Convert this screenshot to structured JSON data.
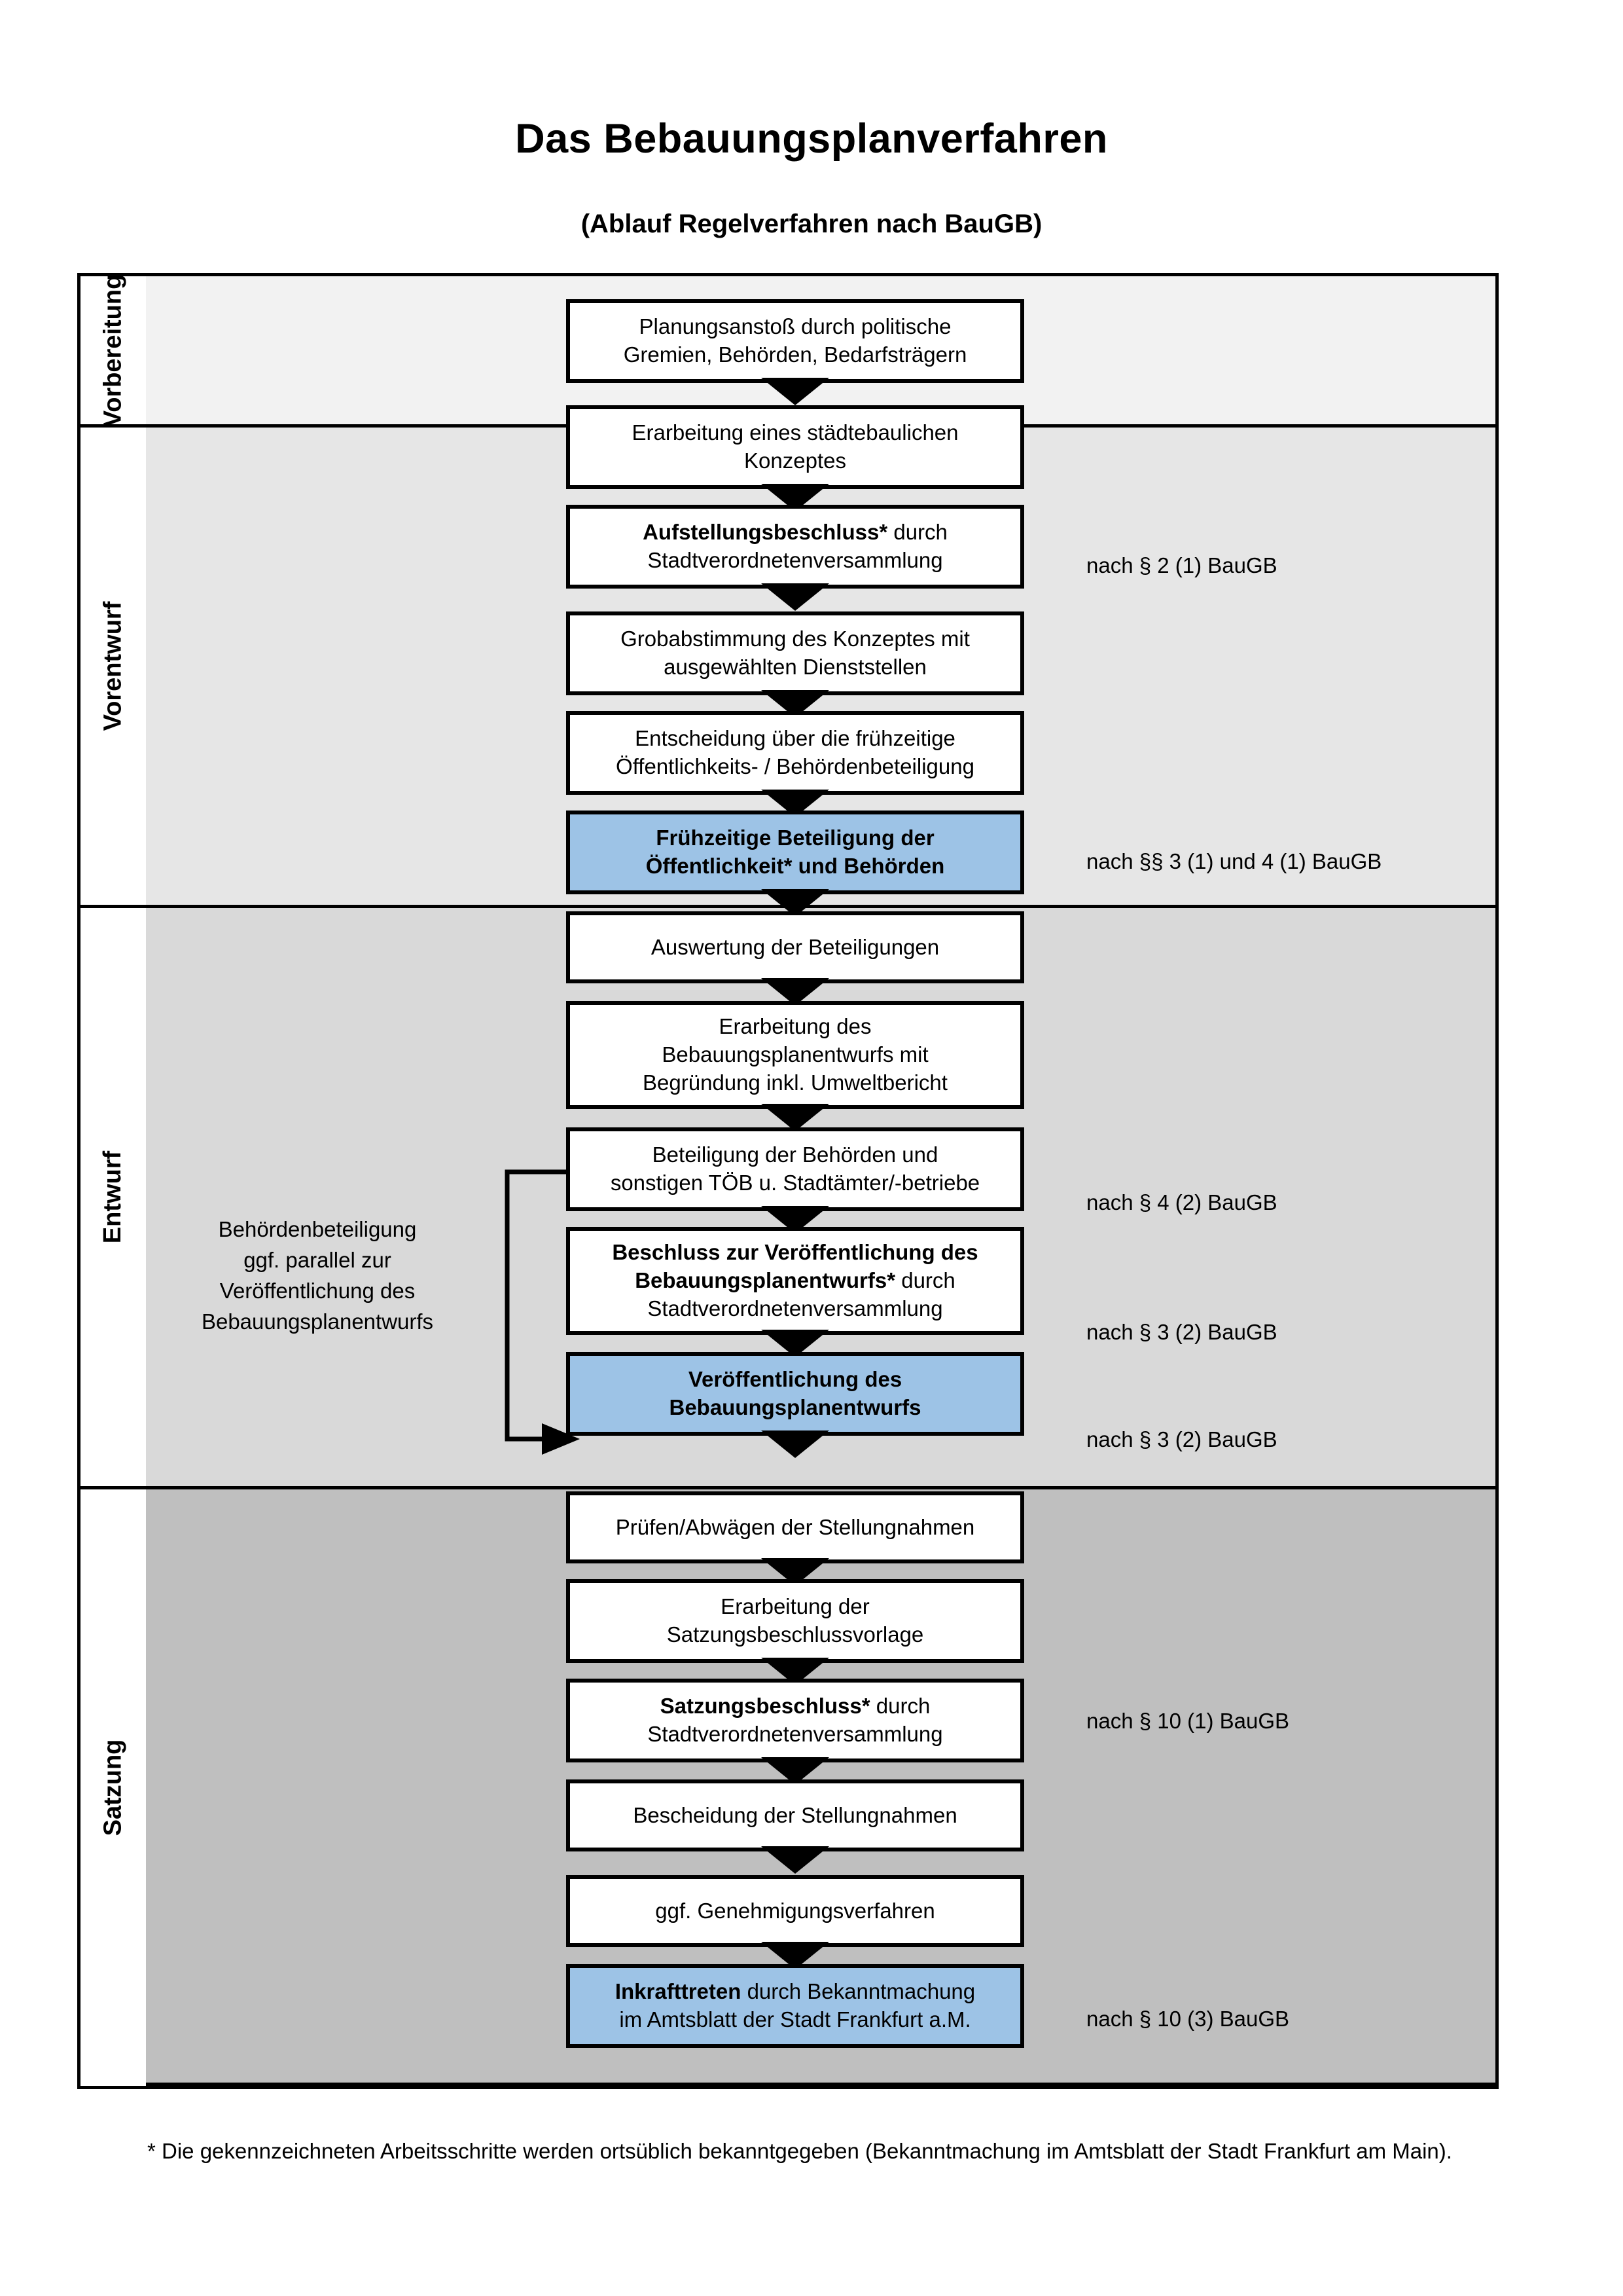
{
  "header": {
    "title": "Das Bebauungsplanverfahren",
    "subtitle": "(Ablauf Regelverfahren nach BauGB)"
  },
  "colors": {
    "highlight_blue": "#9DC3E6",
    "band_1": "#F2F2F2",
    "band_2": "#E6E6E6",
    "band_3": "#D9D9D9",
    "band_4": "#BFBFBF",
    "outline": "#000000"
  },
  "phases": [
    {
      "label": "Vorbereitung"
    },
    {
      "label": "Vorentwurf"
    },
    {
      "label": "Entwurf"
    },
    {
      "label": "Satzung"
    }
  ],
  "steps": [
    {
      "id": "planungsanstoss",
      "line1": "Planungsanstoß durch politische",
      "line2": "Gremien, Behörden, Bedarfsträgern",
      "bold1": "",
      "highlight": false
    },
    {
      "id": "staedtebauliches-konzept",
      "line1": "Erarbeitung eines städtebaulichen",
      "line2": "Konzeptes",
      "bold1": "",
      "highlight": false
    },
    {
      "id": "aufstellungsbeschluss",
      "bold1": "Aufstellungsbeschluss*",
      "line1": " durch",
      "line2": "Stadtverordnetenversammlung",
      "highlight": false
    },
    {
      "id": "grobabstimmung",
      "line1": "Grobabstimmung des Konzeptes mit",
      "line2": "ausgewählten Dienststellen",
      "bold1": "",
      "highlight": false
    },
    {
      "id": "entscheidung-fruehzeitige-beteiligung",
      "line1": "Entscheidung über die frühzeitige",
      "line2": "Öffentlichkeits- / Behördenbeteiligung",
      "bold1": "",
      "highlight": false
    },
    {
      "id": "fruehzeitige-beteiligung",
      "bold1": "Frühzeitige Beteiligung der",
      "bold2": "Öffentlichkeit* und Behörden",
      "highlight": true
    },
    {
      "id": "auswertung-beteiligungen",
      "line1": "Auswertung der Beteiligungen",
      "bold1": "",
      "highlight": false
    },
    {
      "id": "erarbeitung-bplan-entwurf",
      "line1": "Erarbeitung des",
      "line2": "Bebauungsplanentwurfs mit",
      "line3": "Begründung inkl. Umweltbericht",
      "bold1": "",
      "highlight": false
    },
    {
      "id": "beteiligung-behoerden-toeb",
      "line1": "Beteiligung der Behörden und",
      "line2": "sonstigen TÖB u. Stadtämter/-betriebe",
      "bold1": "",
      "highlight": false
    },
    {
      "id": "beschluss-veroeffentlichung",
      "bold1": "Beschluss zur Veröffentlichung des",
      "bold2": "Bebauungsplanentwurfs*",
      "line2": " durch",
      "line3": "Stadtverordnetenversammlung",
      "highlight": false
    },
    {
      "id": "veroeffentlichung-bplan-entwurf",
      "bold1": "Veröffentlichung des",
      "bold2": "Bebauungsplanentwurfs",
      "highlight": true
    },
    {
      "id": "pruefen-abwaegen",
      "line1": "Prüfen/Abwägen der Stellungnahmen",
      "bold1": "",
      "highlight": false
    },
    {
      "id": "satzungsbeschlussvorlage",
      "line1": "Erarbeitung der",
      "line2": "Satzungsbeschlussvorlage",
      "bold1": "",
      "highlight": false
    },
    {
      "id": "satzungsbeschluss",
      "bold1": "Satzungsbeschluss*",
      "line1": " durch",
      "line2": "Stadtverordnetenversammlung",
      "highlight": false
    },
    {
      "id": "bescheidung-stellungnahmen",
      "line1": "Bescheidung der Stellungnahmen",
      "bold1": "",
      "highlight": false
    },
    {
      "id": "genehmigungsverfahren",
      "line1": "ggf. Genehmigungsverfahren",
      "bold1": "",
      "highlight": false
    },
    {
      "id": "inkrafttreten",
      "bold1": "Inkrafttreten",
      "line1": " durch Bekanntmachung",
      "line2": "im Amtsblatt der Stadt Frankfurt a.M.",
      "highlight": true
    }
  ],
  "legal_refs": [
    {
      "id": "ref-par2-1",
      "text": "nach § 2 (1) BauGB"
    },
    {
      "id": "ref-par3-1-4-1",
      "text": "nach §§ 3 (1) und 4 (1) BauGB"
    },
    {
      "id": "ref-par4-2",
      "text": "nach § 4 (2) BauGB"
    },
    {
      "id": "ref-par3-2-a",
      "text": "nach § 3 (2) BauGB"
    },
    {
      "id": "ref-par3-2-b",
      "text": "nach § 3 (2) BauGB"
    },
    {
      "id": "ref-par10-1",
      "text": "nach § 10 (1) BauGB"
    },
    {
      "id": "ref-par10-3",
      "text": "nach § 10 (3) BauGB"
    }
  ],
  "side_note": {
    "line1": "Behördenbeteiligung",
    "line2": "ggf. parallel zur",
    "line3": "Veröffentlichung des",
    "line4": "Bebauungsplanentwurfs"
  },
  "footnote": {
    "text": "* Die gekennzeichneten Arbeitsschritte werden ortsüblich bekanntgegeben (Bekanntmachung im Amtsblatt  der Stadt Frankfurt am Main)."
  }
}
